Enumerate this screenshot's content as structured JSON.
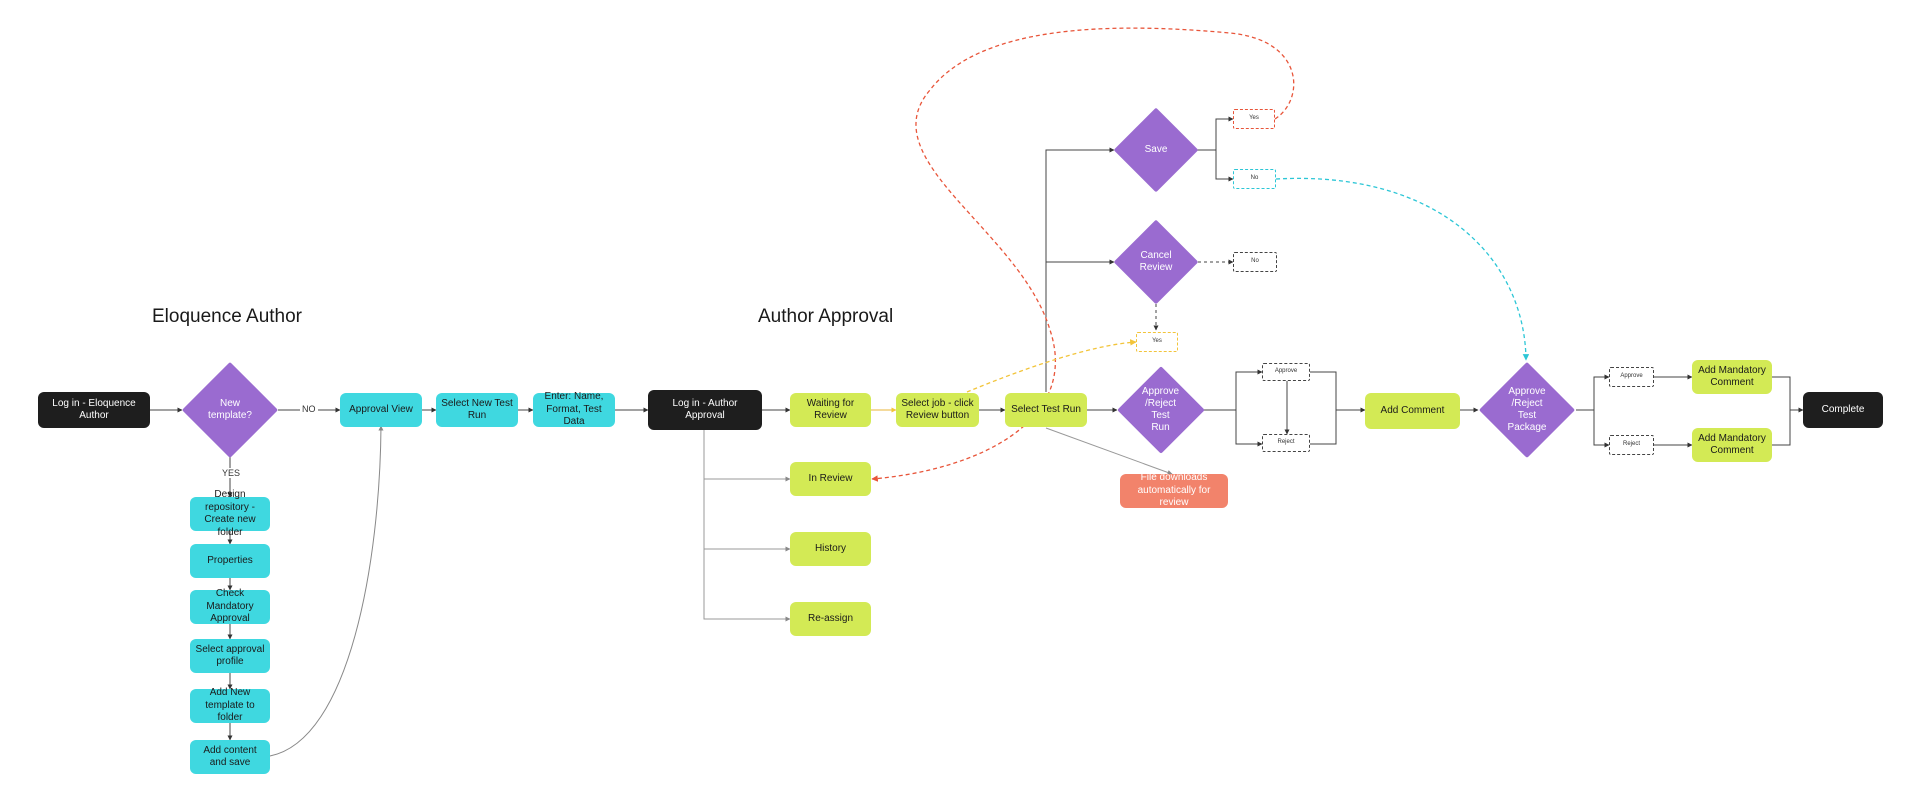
{
  "sections": {
    "eloquence_author": "Eloquence Author",
    "author_approval": "Author Approval"
  },
  "nodes": {
    "login_eloquence": "Log in - Eloquence Author",
    "new_template": "New template?",
    "approval_view": "Approval View",
    "select_new_test_run": "Select New Test Run",
    "enter_name_format": "Enter: Name, Format, Test Data",
    "design_repository": "Design repository - Create new folder",
    "properties": "Properties",
    "check_mandatory": "Check Mandatory Approval",
    "select_profile": "Select approval profile",
    "add_new_template": "Add New template to folder",
    "add_content": "Add content and save",
    "login_author_approval": "Log in - Author Approval",
    "waiting_for_review": "Waiting for Review",
    "select_job": "Select job - click Review button",
    "in_review": "In Review",
    "history": "History",
    "reassign": "Re-assign",
    "select_test_run": "Select Test Run",
    "save": "Save",
    "save_yes": "Yes",
    "save_no": "No",
    "cancel_review": "Cancel Review",
    "cancel_no": "No",
    "cancel_yes": "Yes",
    "approve_reject_run": "Approve /Reject Test Run",
    "run_approve": "Approve",
    "run_reject": "Reject",
    "file_downloads": "File downloads automatically for review",
    "add_comment": "Add Comment",
    "approve_reject_package": "Approve /Reject Test Package",
    "pkg_approve": "Approve",
    "pkg_reject": "Reject",
    "add_mandatory_comment_1": "Add Mandatory Comment",
    "add_mandatory_comment_2": "Add Mandatory Comment",
    "complete": "Complete"
  },
  "edge_labels": {
    "no": "NO",
    "yes": "YES"
  },
  "colors": {
    "dark": "#1e1e1e",
    "teal": "#3fd8e0",
    "lime": "#d3ea55",
    "purple": "#9a6bd0",
    "salmon": "#f2836b",
    "red_dashed": "#e8553a",
    "cyan_dashed": "#2cc6d6",
    "yellow_dashed": "#f2c43a"
  }
}
